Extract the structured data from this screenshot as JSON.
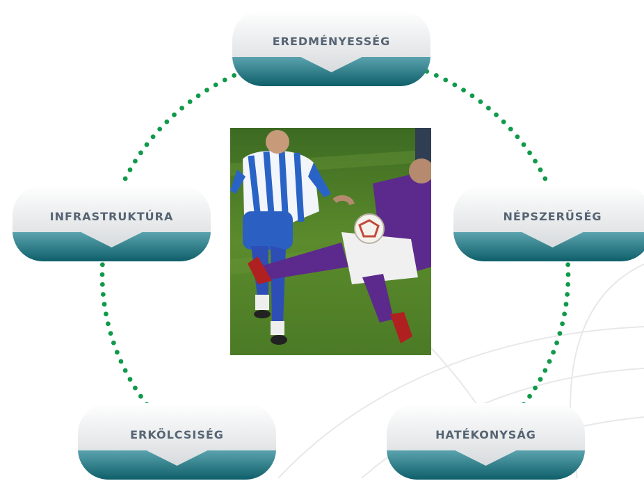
{
  "nodes": {
    "top": "EREDMÉNYESSÉG",
    "right": "NÉPSZERŰSÉG",
    "bottom_right": "HATÉKONYSÁG",
    "bottom_left": "ERKÖLCSISÉG",
    "left": "INFRASTRUKTÚRA"
  },
  "colors": {
    "dots": "#0f9a4a",
    "teal_light": "#5aa3ae",
    "teal_dark": "#0e5f6a",
    "pill_light": "#ffffff",
    "pill_grey": "#cfd3d6",
    "label": "#566473"
  },
  "photo": {
    "icon": "football-match-photo"
  }
}
